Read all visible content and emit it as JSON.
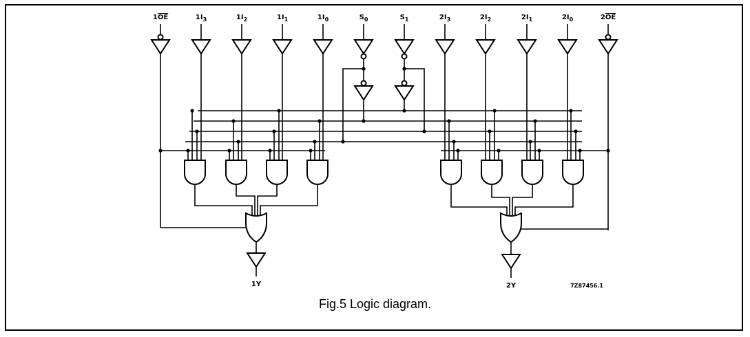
{
  "figure": {
    "caption": "Fig.5  Logic diagram.",
    "drawing_code": "7Z87456.1"
  },
  "inputs": [
    {
      "id": "1OE",
      "prefix": "1",
      "main": "OE",
      "overbar": true,
      "sub": "",
      "inverted_input": true
    },
    {
      "id": "1I3",
      "prefix": "1",
      "main": "I",
      "overbar": false,
      "sub": "3"
    },
    {
      "id": "1I2",
      "prefix": "1",
      "main": "I",
      "overbar": false,
      "sub": "2"
    },
    {
      "id": "1I1",
      "prefix": "1",
      "main": "I",
      "overbar": false,
      "sub": "1"
    },
    {
      "id": "1I0",
      "prefix": "1",
      "main": "I",
      "overbar": false,
      "sub": "0"
    },
    {
      "id": "S0",
      "prefix": "",
      "main": "S",
      "overbar": false,
      "sub": "0",
      "inverted_output": true
    },
    {
      "id": "S1",
      "prefix": "",
      "main": "S",
      "overbar": false,
      "sub": "1",
      "inverted_output": true
    },
    {
      "id": "2I3",
      "prefix": "2",
      "main": "I",
      "overbar": false,
      "sub": "3"
    },
    {
      "id": "2I2",
      "prefix": "2",
      "main": "I",
      "overbar": false,
      "sub": "2"
    },
    {
      "id": "2I1",
      "prefix": "2",
      "main": "I",
      "overbar": false,
      "sub": "1"
    },
    {
      "id": "2I0",
      "prefix": "2",
      "main": "I",
      "overbar": false,
      "sub": "0"
    },
    {
      "id": "2OE",
      "prefix": "2",
      "main": "OE",
      "overbar": true,
      "sub": "",
      "inverted_input": true
    }
  ],
  "outputs": [
    {
      "id": "1Y",
      "label": "1Y"
    },
    {
      "id": "2Y",
      "label": "2Y"
    }
  ],
  "gates": {
    "input_buffers": 12,
    "select_inverters": 2,
    "and_gates_per_section": 4,
    "or_gates": 2,
    "output_buffers": 2
  }
}
